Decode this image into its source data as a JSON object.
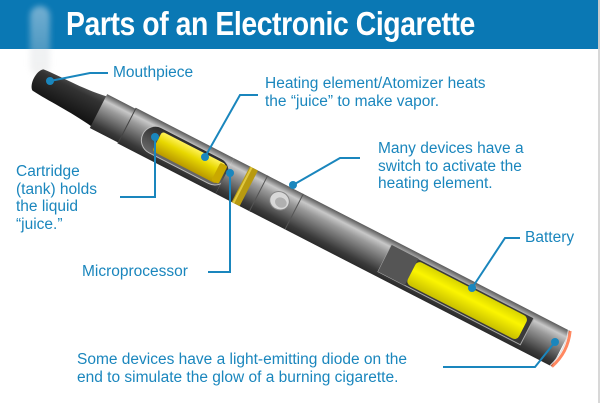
{
  "title": "Parts of an Electronic Cigarette",
  "colors": {
    "header_bg": "#0a78b4",
    "label_text": "#1a86bd",
    "callout_line": "#1a86bd",
    "juice_yellow": "#e8c800",
    "battery_yellow": "#f0e600",
    "body_metal": "#8a8a8a",
    "mouthpiece": "#2a2a2a",
    "led_glow": "#ff6a3a"
  },
  "labels": {
    "mouthpiece": [
      "Mouthpiece"
    ],
    "heating_element": [
      "Heating element/Atomizer heats",
      "the “juice” to make vapor."
    ],
    "switch": [
      "Many devices have a",
      "switch to activate the",
      "heating element."
    ],
    "cartridge": [
      "Cartridge",
      "(tank) holds",
      "the liquid",
      "“juice.”"
    ],
    "microprocessor": [
      "Microprocessor"
    ],
    "battery": [
      "Battery"
    ],
    "led": [
      "Some devices have a light-emitting diode on the",
      "end to simulate the glow of a burning cigarette."
    ]
  },
  "parts": [
    "Mouthpiece",
    "Cartridge (tank)",
    "Heating element/Atomizer",
    "Microprocessor",
    "Switch",
    "Battery",
    "Light-emitting diode"
  ]
}
